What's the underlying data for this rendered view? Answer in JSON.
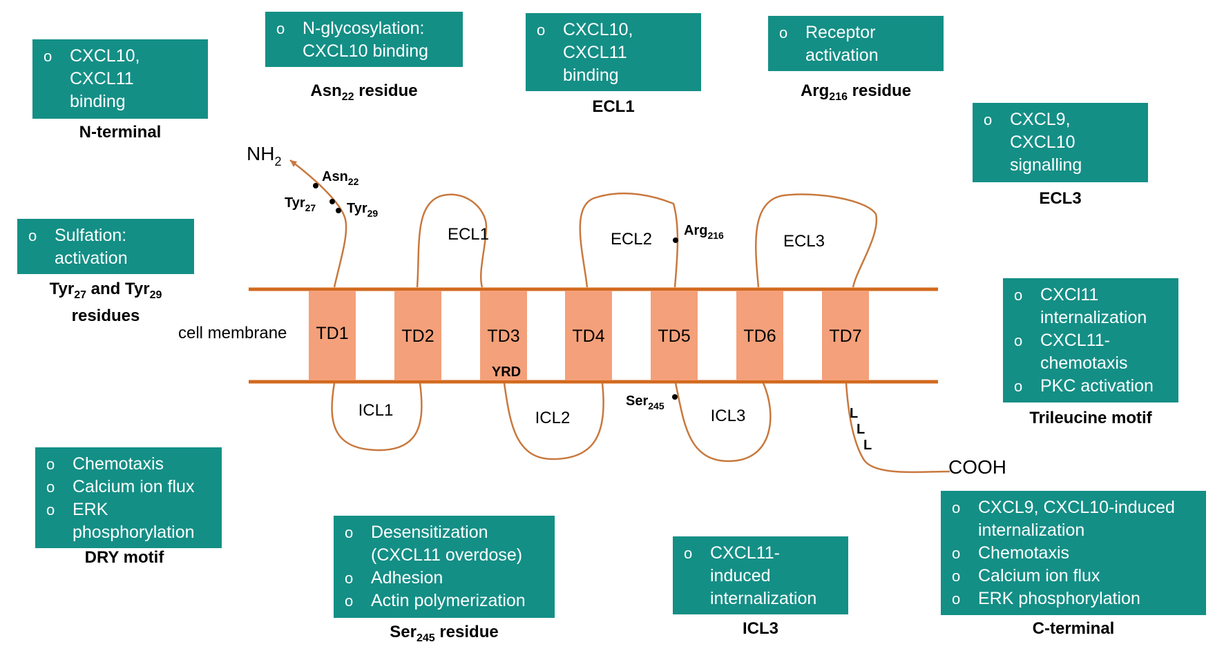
{
  "colors": {
    "box": "#148f86",
    "membrane": "#d2691e",
    "helix": "#f4a07a"
  },
  "boxes": {
    "n_terminal": {
      "items": [
        "CXCL10,\nCXCL11\nbinding"
      ],
      "caption": "N-terminal"
    },
    "asn22": {
      "items": [
        "N-glycosylation:\nCXCL10 binding"
      ],
      "caption_pre": "Asn",
      "caption_sub": "22",
      "caption_post": " residue"
    },
    "ecl1": {
      "items": [
        "CXCL10,\nCXCL11\nbinding"
      ],
      "caption": "ECL1"
    },
    "arg216": {
      "items": [
        "Receptor\nactivation"
      ],
      "caption_pre": "Arg",
      "caption_sub": "216",
      "caption_post": " residue"
    },
    "ecl3": {
      "items": [
        "CXCL9,\nCXCL10\nsignalling"
      ],
      "caption": "ECL3"
    },
    "tyr": {
      "items": [
        "Sulfation:\nactivation"
      ],
      "caption_a": "Tyr",
      "caption_a_sub": "27",
      "caption_mid": " and Tyr",
      "caption_b_sub": "29",
      "caption_post": "residues"
    },
    "trileucine": {
      "items": [
        "CXCl11\ninternalization",
        "CXCL11-\nchemotaxis",
        "PKC activation"
      ],
      "caption": "Trileucine motif"
    },
    "dry": {
      "items": [
        "Chemotaxis",
        "Calcium ion flux",
        "ERK\nphosphorylation"
      ],
      "caption": "DRY motif"
    },
    "ser245": {
      "items": [
        "Desensitization\n(CXCL11 overdose)",
        "Adhesion",
        "Actin polymerization"
      ],
      "caption_pre": "Ser",
      "caption_sub": "245",
      "caption_post": " residue"
    },
    "icl3": {
      "items": [
        "CXCL11-\ninduced\ninternalization"
      ],
      "caption": "ICL3"
    },
    "c_terminal": {
      "items": [
        "CXCL9, CXCL10-induced\ninternalization",
        "Chemotaxis",
        "Calcium ion flux",
        "ERK phosphorylation"
      ],
      "caption": "C-terminal"
    }
  },
  "diagram": {
    "nh2": "NH",
    "nh2_sub": "2",
    "cooh": "COOH",
    "membrane_label": "cell membrane",
    "helices": [
      "TD1",
      "TD2",
      "TD3",
      "TD4",
      "TD5",
      "TD6",
      "TD7"
    ],
    "yrd": "YRD",
    "loops_ext": [
      "ECL1",
      "ECL2",
      "ECL3"
    ],
    "loops_int": [
      "ICL1",
      "ICL2",
      "ICL3"
    ],
    "residues": {
      "asn": "Asn",
      "asn_sub": "22",
      "tyr27": "Tyr",
      "tyr27_sub": "27",
      "tyr29": "Tyr",
      "tyr29_sub": "29",
      "arg": "Arg",
      "arg_sub": "216",
      "ser": "Ser",
      "ser_sub": "245"
    },
    "leucines": [
      "L",
      "L",
      "L"
    ]
  }
}
